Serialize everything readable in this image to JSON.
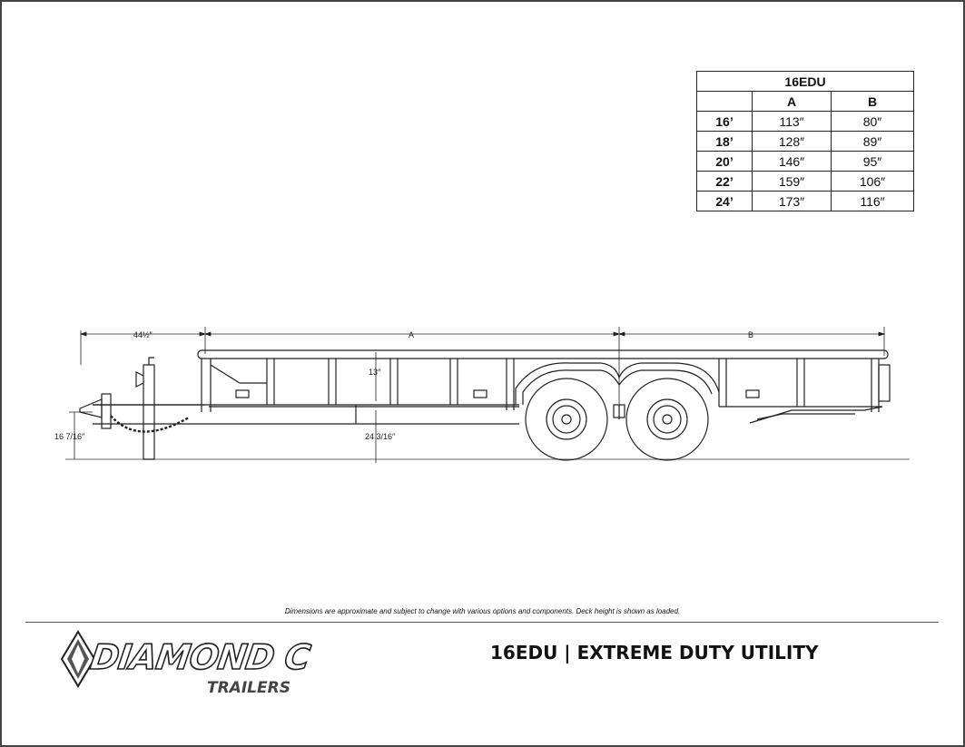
{
  "table": {
    "model": "16EDU",
    "headers": [
      "",
      "A",
      "B"
    ],
    "rows": [
      {
        "size": "16’",
        "a": "113″",
        "b": "80″"
      },
      {
        "size": "18’",
        "a": "128″",
        "b": "89″"
      },
      {
        "size": "20’",
        "a": "146″",
        "b": "95″"
      },
      {
        "size": "22’",
        "a": "159″",
        "b": "106″"
      },
      {
        "size": "24’",
        "a": "173″",
        "b": "116″"
      }
    ]
  },
  "drawing": {
    "dim_tongue": "44½″",
    "dim_a": "A",
    "dim_b": "B",
    "dim_rail": "13″",
    "dim_deck": "24 3/16″",
    "dim_coupler": "16 7/16″"
  },
  "disclaimer": "Dimensions are approximate and subject to change with various options and components. Deck height is shown as loaded.",
  "logo": {
    "word": "DIAMOND C",
    "sub": "TRAILERS"
  },
  "title": "16EDU | EXTREME DUTY UTILITY"
}
